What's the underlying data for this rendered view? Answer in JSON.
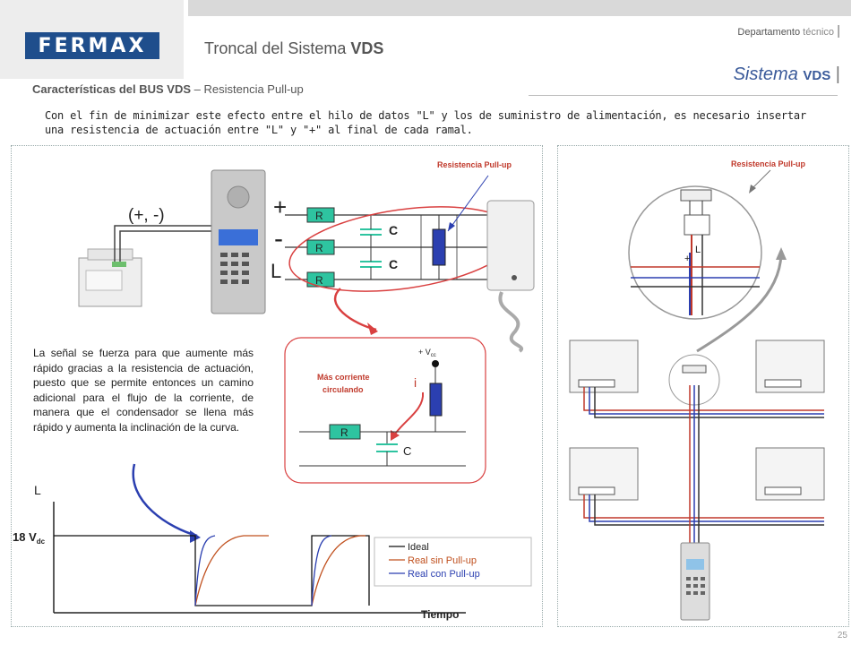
{
  "header": {
    "logo_text": "FERMAX",
    "title_prefix": "Troncal del Sistema ",
    "title_bold": "VDS",
    "department_bold": "Departamento",
    "department_light": " técnico",
    "system_italic": "Sistema ",
    "system_bold": "VDS",
    "separator": "|"
  },
  "section": {
    "subtitle_bold": "Características del BUS VDS",
    "subtitle_rest": " – Resistencia Pull-up",
    "intro": "Con el fin de minimizar este efecto entre el hilo de datos \"L\" y los de suministro de alimentación, es necesario insertar una resistencia de actuación entre \"L\" y \"+\" al final de cada ramal."
  },
  "circuit": {
    "label_plus_minus": "(+, -)",
    "label_plus": "+",
    "label_minus": "-",
    "label_L": "L",
    "resistor_label": "R",
    "capacitor_label": "C",
    "pullup_label": "Resistencia Pull-up",
    "more_current_line1": "Más corriente",
    "more_current_line2": "circulando",
    "vcc_prefix": "+ V",
    "vcc_sub": "cc",
    "current_label": "i"
  },
  "description": "La señal se fuerza para que aumente más rápido gracias a la resistencia de actuación, puesto que se permite entonces un camino adicional para el flujo de la corriente, de manera que el condensador se llena más rápido y aumenta la inclinación de la curva.",
  "chart_data": {
    "type": "line",
    "ylabel": "L",
    "xlabel": "Tiempo",
    "level_label": "18 V",
    "level_sub": "dc",
    "series": [
      {
        "name": "Ideal",
        "color": "#000000"
      },
      {
        "name": "Real sin Pull-up",
        "color": "#c0501e"
      },
      {
        "name": "Real con Pull-up",
        "color": "#2b3fb0"
      }
    ]
  },
  "right_diagram": {
    "pullup_label": "Resistencia Pull-up",
    "plus": "+",
    "L": "L"
  },
  "page_number": "25",
  "colors": {
    "brand": "#1f4e8c",
    "pullup_text": "#c0392b",
    "highlight": "#d94040",
    "resistor": "#2ec4a0",
    "pullup_resistor": "#2b3fb0"
  }
}
